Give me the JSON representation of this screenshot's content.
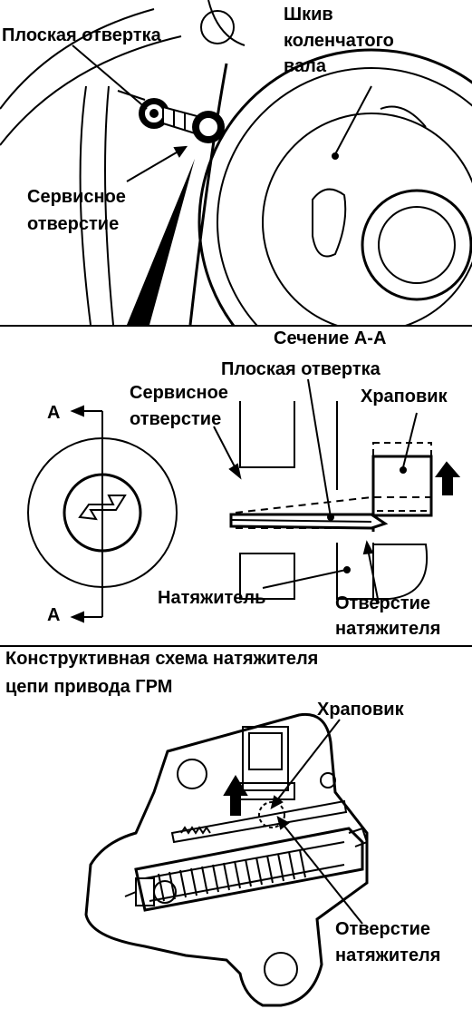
{
  "panel1": {
    "screwdriver": "Плоская отвертка",
    "pulley_1": "Шкив",
    "pulley_2": "коленчатого",
    "pulley_3": "вала",
    "service_1": "Сервисное",
    "service_2": "отверстие"
  },
  "panel2": {
    "section": "Сечение А-А",
    "screwdriver": "Плоская отвертка",
    "service_1": "Сервисное",
    "service_2": "отверстие",
    "ratchet": "Храповик",
    "marker_a_top": "А",
    "marker_a_bottom": "А",
    "tensioner": "Натяжитель",
    "hole_1": "Отверстие",
    "hole_2": "натяжителя"
  },
  "panel3": {
    "title_1": "Конструктивная схема натяжителя",
    "title_2": "цепи привода ГРМ",
    "ratchet": "Храповик",
    "hole_1": "Отверстие",
    "hole_2": "натяжителя"
  }
}
